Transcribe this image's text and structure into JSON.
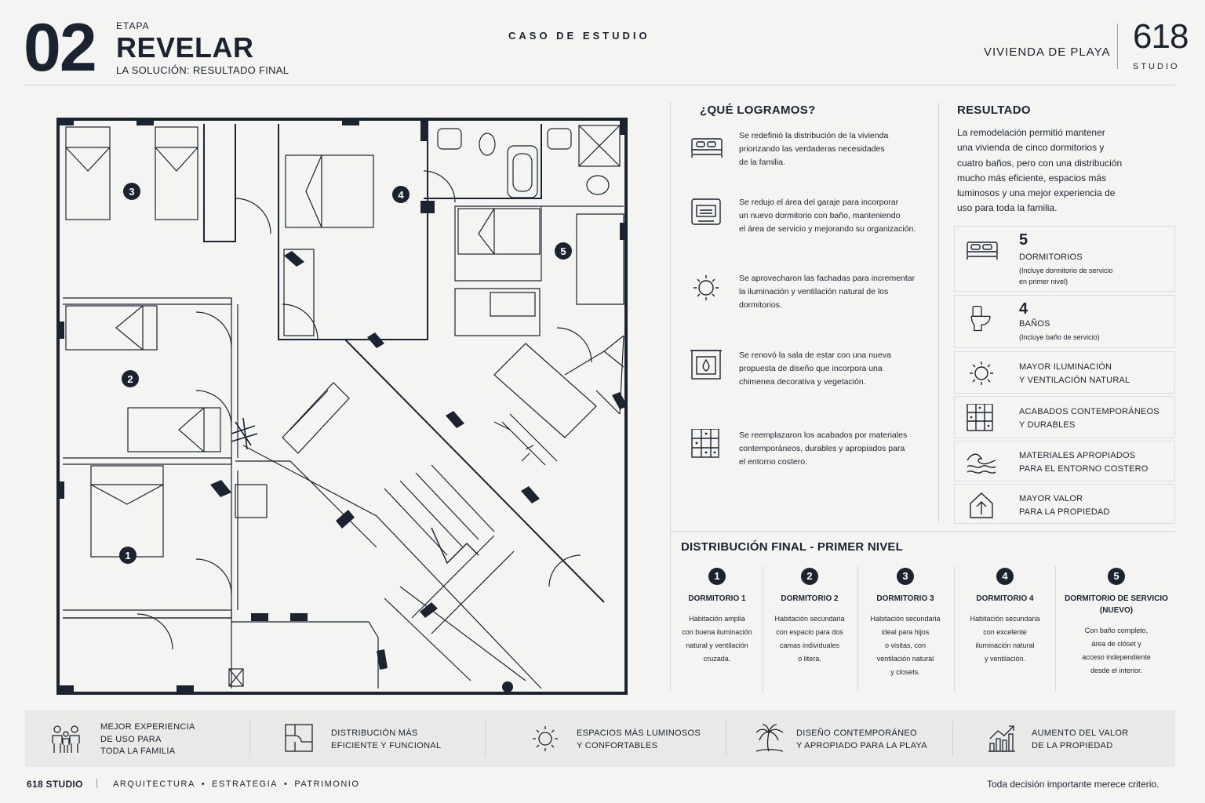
{
  "header": {
    "stage_number": "02",
    "stage_label": "ETAPA",
    "stage_title": "REVELAR",
    "stage_subtitle": "LA SOLUCIÓN: RESULTADO FINAL",
    "center_title": "CASO DE ESTUDIO",
    "project": "VIVIENDA DE PLAYA",
    "logo_number": "618",
    "logo_word": "STUDIO"
  },
  "plan": {
    "room_badges": [
      "3",
      "4",
      "5",
      "2",
      "1"
    ]
  },
  "achievements": {
    "title": "¿QUÉ LOGRAMOS?",
    "items": [
      {
        "icon": "bed-icon",
        "lines": [
          "Se redefinió la distribución de la vivienda",
          "priorizando las verdaderas necesidades",
          "de la familia."
        ]
      },
      {
        "icon": "garage-icon",
        "lines": [
          "Se redujo el área del garaje para incorporar",
          "un nuevo dormitorio con baño, manteniendo",
          "el área de servicio y mejorando su organización."
        ]
      },
      {
        "icon": "sun-icon",
        "lines": [
          "Se aprovecharon las fachadas para incrementar",
          "la iluminación y ventilación natural de los",
          "dormitorios."
        ]
      },
      {
        "icon": "fireplace-icon",
        "lines": [
          "Se renovó la sala de estar con una nueva",
          "propuesta de diseño que incorpora una",
          "chimenea decorativa y vegetación."
        ]
      },
      {
        "icon": "materials-icon",
        "lines": [
          "Se reemplazaron los acabados por materiales",
          "contemporáneos, durables y apropiados para",
          "el entorno costero."
        ]
      }
    ]
  },
  "result": {
    "title": "RESULTADO",
    "description_lines": [
      "La remodelación permitió mantener",
      "una vivienda de cinco dormitorios y",
      "cuatro baños, pero con una distribución",
      "mucho más eficiente, espacios más",
      "luminosos y una mejor experiencia de",
      "uso para toda la familia."
    ],
    "cards": [
      {
        "icon": "bed-icon",
        "number": "5",
        "label": "DORMITORIOS",
        "notes": [
          "(Incluye dormitorio de servicio",
          "en primer nivel)"
        ]
      },
      {
        "icon": "toilet-icon",
        "number": "4",
        "label": "BAÑOS",
        "notes": [
          "(Incluye baño de servicio)"
        ]
      },
      {
        "icon": "sun-icon",
        "lines": [
          "MAYOR ILUMINACIÓN",
          "Y VENTILACIÓN NATURAL"
        ]
      },
      {
        "icon": "materials-icon",
        "lines": [
          "ACABADOS CONTEMPORÁNEOS",
          "Y DURABLES"
        ]
      },
      {
        "icon": "wave-icon",
        "lines": [
          "MATERIALES APROPIADOS",
          "PARA EL ENTORNO COSTERO"
        ]
      },
      {
        "icon": "house-arrow-icon",
        "lines": [
          "MAYOR VALOR",
          "PARA LA PROPIEDAD"
        ]
      }
    ]
  },
  "distribution": {
    "title": "DISTRIBUCIÓN FINAL - PRIMER NIVEL",
    "rooms": [
      {
        "number": "1",
        "name_lines": [
          "DORMITORIO 1"
        ],
        "desc_lines": [
          "Habitación amplia",
          "con buena iluminación",
          "natural y ventilación",
          "cruzada."
        ]
      },
      {
        "number": "2",
        "name_lines": [
          "DORMITORIO 2"
        ],
        "desc_lines": [
          "Habitación secundaria",
          "con espacio para dos",
          "camas individuales",
          "o litera."
        ]
      },
      {
        "number": "3",
        "name_lines": [
          "DORMITORIO 3"
        ],
        "desc_lines": [
          "Habitación secundaria",
          "ideal para hijos",
          "o visitas, con",
          "ventilación natural",
          "y closets."
        ]
      },
      {
        "number": "4",
        "name_lines": [
          "DORMITORIO 4"
        ],
        "desc_lines": [
          "Habitación secundaria",
          "con excelente",
          "iluminación natural",
          "y ventilación."
        ]
      },
      {
        "number": "5",
        "name_lines": [
          "DORMITORIO DE SERVICIO",
          "(NUEVO)"
        ],
        "desc_lines": [
          "Con baño completo,",
          "área de clóset y",
          "acceso independiente",
          "desde el interior."
        ]
      }
    ]
  },
  "benefits": [
    {
      "icon": "family-icon",
      "lines": [
        "MEJOR EXPERIENCIA",
        "DE USO PARA",
        "TODA LA FAMILIA"
      ]
    },
    {
      "icon": "floorplan-icon",
      "lines": [
        "DISTRIBUCIÓN MÁS",
        "EFICIENTE Y FUNCIONAL"
      ]
    },
    {
      "icon": "sun-icon",
      "lines": [
        "ESPACIOS MÁS LUMINOSOS",
        "Y CONFORTABLES"
      ]
    },
    {
      "icon": "palm-icon",
      "lines": [
        "DISEÑO CONTEMPORÁNEO",
        "Y APROPIADO PARA LA PLAYA"
      ]
    },
    {
      "icon": "chart-growth-icon",
      "lines": [
        "AUMENTO DEL VALOR",
        "DE LA PROPIEDAD"
      ]
    }
  ],
  "footer": {
    "brand": "618 STUDIO",
    "separator": "|",
    "tags": [
      "ARQUITECTURA",
      "ESTRATEGIA",
      "PATRIMONIO"
    ],
    "tag_separator": "•",
    "quote": "Toda decisión importante merece criterio."
  },
  "colors": {
    "ink": "#1b2330",
    "background": "#f4f4f2",
    "band": "#e9e9e7",
    "line": "#cfd1d3"
  }
}
